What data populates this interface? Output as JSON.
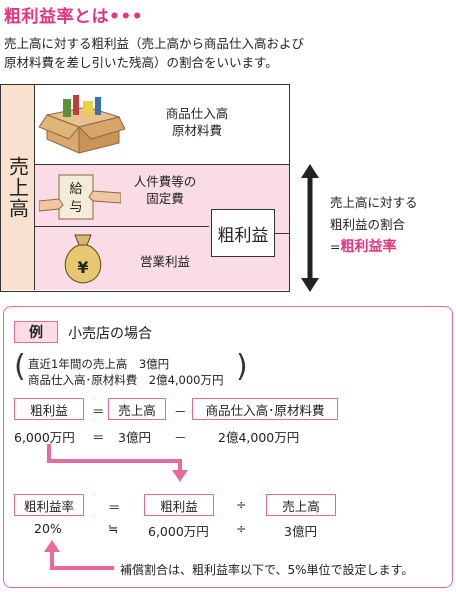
{
  "title": "粗利益率とは•••",
  "intro": {
    "line1": "売上高に対する粗利益（売上高から商品仕入高および",
    "line2": "原材料費を差し引いた残高）の割合をいいます。"
  },
  "diagram": {
    "sales": "売上高",
    "row1": {
      "line1": "商品仕入高",
      "line2": "原材料費"
    },
    "row2": {
      "line1": "人件費等の",
      "line2": "固定費"
    },
    "row3": "営業利益",
    "gross": "粗利益",
    "salary_tag": {
      "c1": "給",
      "c2": "与"
    },
    "yen": "¥",
    "ratio": {
      "line1": "売上高に対する",
      "line2": "粗利益の割合",
      "eq": "=",
      "name": "粗利益率"
    }
  },
  "example": {
    "badge": "例",
    "title": "小売店の場合",
    "cond1": "直近1年間の売上高　3億円",
    "cond2": "商品仕入高･原材料費　2億4,000万円",
    "eq1": {
      "a": "粗利益",
      "op1": "＝",
      "b": "売上高",
      "op2": "－",
      "c": "商品仕入高･原材料費"
    },
    "vals1": {
      "a": "6,000万円",
      "op1": "＝",
      "b": "3億円",
      "op2": "－",
      "c": "2億4,000万円"
    },
    "eq2": {
      "a": "粗利益率",
      "op1": "＝",
      "b": "粗利益",
      "op2": "÷",
      "c": "売上高"
    },
    "vals2": {
      "a": "20%",
      "op1": "≒",
      "b": "6,000万円",
      "op2": "÷",
      "c": "3億円"
    },
    "note": "補償割合は、粗利益率以下で、5%単位で設定します。"
  },
  "colors": {
    "accent": "#e6357f",
    "pink_border": "#e66aa0",
    "pink_fill": "#f9dce6",
    "peach": "#f8e1cf"
  }
}
